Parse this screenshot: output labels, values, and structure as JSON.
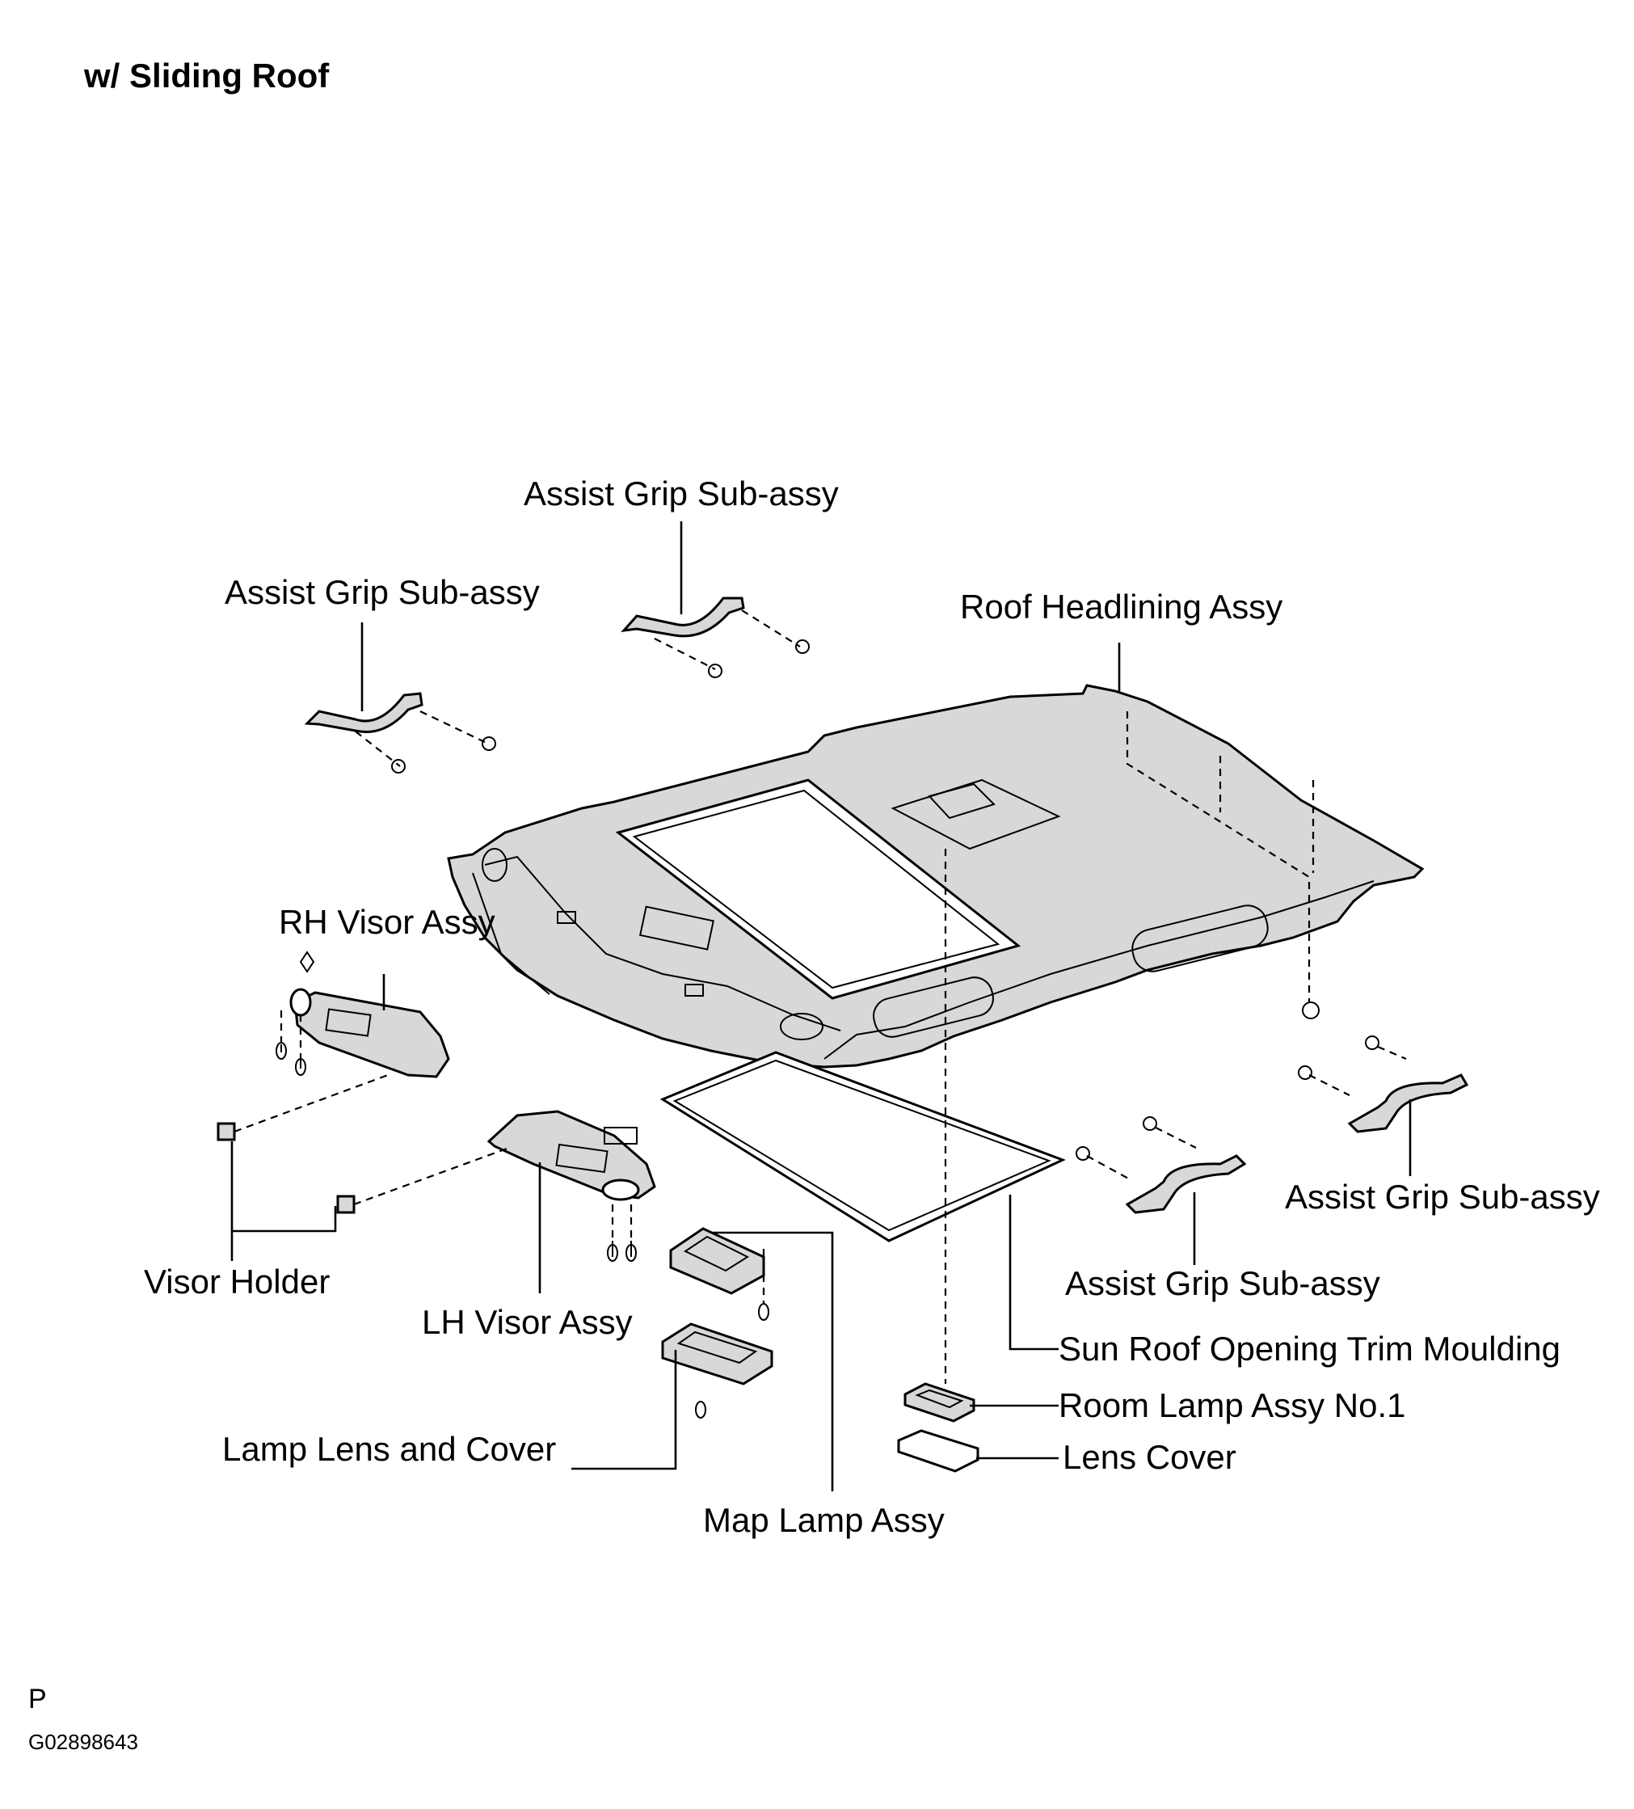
{
  "title": "w/ Sliding Roof",
  "page_mark": "P",
  "figure_id": "G02898643",
  "labels": {
    "assist_grip_top": "Assist Grip  Sub-assy",
    "assist_grip_left": "Assist Grip  Sub-assy",
    "roof_headlining": "Roof Headlining Assy",
    "rh_visor": "RH Visor Assy",
    "visor_holder": "Visor Holder",
    "lh_visor": "LH Visor Assy",
    "lamp_lens_cover": "Lamp Lens and Cover",
    "map_lamp": "Map Lamp Assy",
    "room_lamp": "Room Lamp Assy No.1",
    "lens_cover": "Lens Cover",
    "sun_roof_trim": "Sun Roof Opening Trim Moulding",
    "assist_grip_mid_right": "Assist Grip  Sub-assy",
    "assist_grip_far_right": "Assist Grip  Sub-assy"
  }
}
